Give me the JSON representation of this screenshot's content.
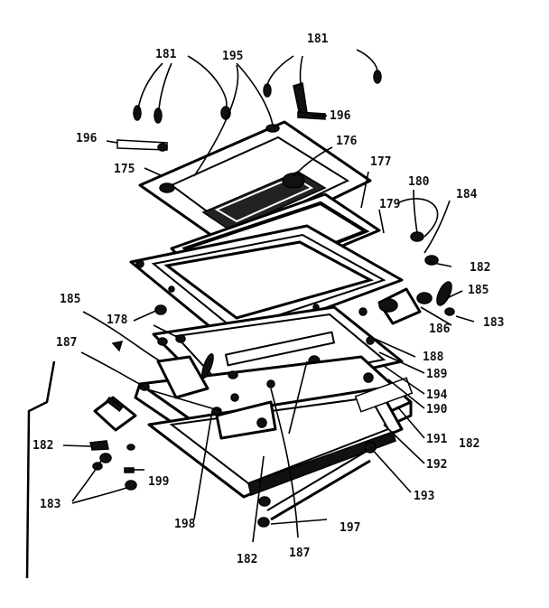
{
  "diagram": {
    "labels": [
      {
        "id": "l181a",
        "text": "181"
      },
      {
        "id": "l181b",
        "text": "181"
      },
      {
        "id": "l195a",
        "text": "195"
      },
      {
        "id": "l196a",
        "text": "196"
      },
      {
        "id": "l196b",
        "text": "196"
      },
      {
        "id": "l175",
        "text": "175"
      },
      {
        "id": "l176",
        "text": "176"
      },
      {
        "id": "l177",
        "text": "177"
      },
      {
        "id": "l179",
        "text": "179"
      },
      {
        "id": "l180",
        "text": "180"
      },
      {
        "id": "l184",
        "text": "184"
      },
      {
        "id": "l182a",
        "text": "182"
      },
      {
        "id": "l185a",
        "text": "185"
      },
      {
        "id": "l186",
        "text": "186"
      },
      {
        "id": "l183a",
        "text": "183"
      },
      {
        "id": "l185b",
        "text": "185"
      },
      {
        "id": "l178",
        "text": "178"
      },
      {
        "id": "l187a",
        "text": "187"
      },
      {
        "id": "l188",
        "text": "188"
      },
      {
        "id": "l189",
        "text": "189"
      },
      {
        "id": "l194",
        "text": "194"
      },
      {
        "id": "l190",
        "text": "190"
      },
      {
        "id": "l191",
        "text": "191"
      },
      {
        "id": "l182b",
        "text": "182"
      },
      {
        "id": "l182c",
        "text": "182"
      },
      {
        "id": "l192",
        "text": "192"
      },
      {
        "id": "l199",
        "text": "199"
      },
      {
        "id": "l183b",
        "text": "183"
      },
      {
        "id": "l193",
        "text": "193"
      },
      {
        "id": "l198",
        "text": "198"
      },
      {
        "id": "l197",
        "text": "197"
      },
      {
        "id": "l182d",
        "text": "182"
      },
      {
        "id": "l187b",
        "text": "187"
      }
    ]
  }
}
